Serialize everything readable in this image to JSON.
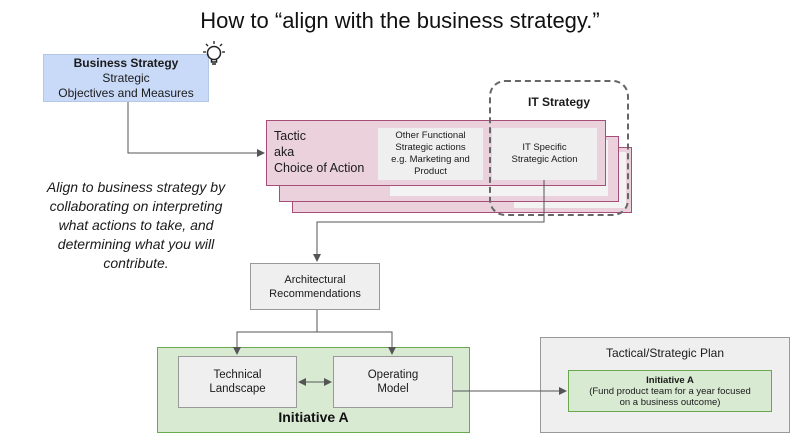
{
  "title": "How to “align with the business strategy.”",
  "business_strategy": {
    "heading": "Business Strategy",
    "line1": "Strategic",
    "line2": "Objectives and Measures",
    "icon": "lightbulb-icon"
  },
  "tactic": {
    "line1": "Tactic",
    "line2": "aka",
    "line3": "Choice of Action"
  },
  "other_functional": {
    "line1": "Other Functional",
    "line2": "Strategic actions",
    "line3": "e.g. Marketing and",
    "line4": "Product"
  },
  "it_specific": {
    "line1": "IT Specific",
    "line2": "Strategic Action"
  },
  "it_strategy": {
    "label": "IT Strategy"
  },
  "left_note": {
    "line1": "Align to business strategy by",
    "line2": "collaborating on interpreting",
    "line3": "what actions to take, and",
    "line4": "determining what you will",
    "line5": "contribute."
  },
  "architectural": {
    "line1": "Architectural",
    "line2": "Recommendations"
  },
  "initiative": {
    "label": "Initiative A",
    "technical_line1": "Technical",
    "technical_line2": "Landscape",
    "operating_line1": "Operating",
    "operating_line2": "Model"
  },
  "plan": {
    "label": "Tactical/Strategic Plan",
    "init_title": "Initiative A",
    "init_line1": "(Fund product team for a year focused",
    "init_line2": "on a business outcome)"
  },
  "colors": {
    "business_blue": "#c9daf8",
    "tactic_pink": "#ead1dc",
    "initiative_green": "#d9ead3",
    "neutral_gray": "#efefef"
  }
}
